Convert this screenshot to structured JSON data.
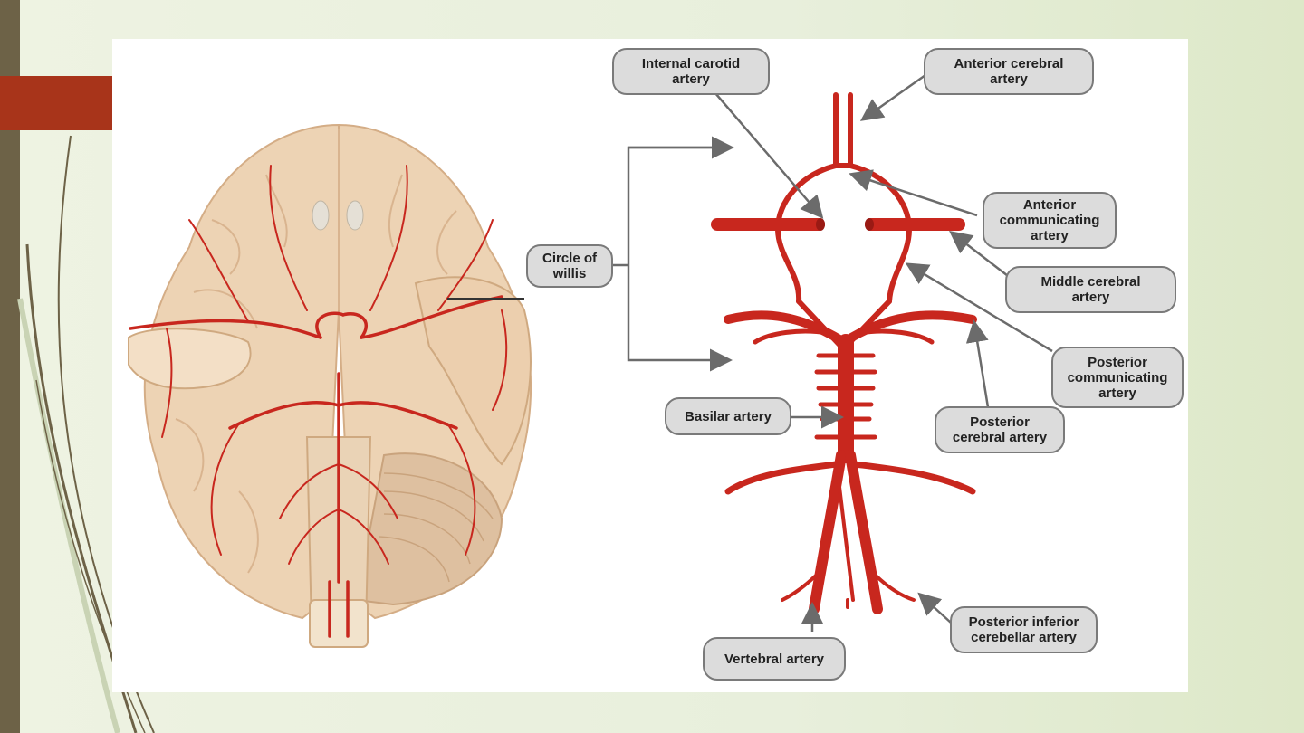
{
  "labels": {
    "internal_carotid": "Internal carotid\nartery",
    "anterior_cerebral": "Anterior cerebral\nartery",
    "anterior_communicating": "Anterior\ncommunicating\nartery",
    "circle_of_willis": "Circle of\nwillis",
    "middle_cerebral": "Middle cerebral\nartery",
    "posterior_communicating": "Posterior\ncommunicating\nartery",
    "basilar": "Basilar artery",
    "posterior_cerebral": "Posterior\ncerebral artery",
    "posterior_inferior_cerebellar": "Posterior inferior\ncerebellar artery",
    "vertebral": "Vertebral artery"
  },
  "colors": {
    "artery": "#c8271e",
    "artery_dark": "#9a1a14",
    "brain": "#edd3b4",
    "brain_shadow": "#d9b48f",
    "callout_fill": "#dcdcdc",
    "callout_border": "#7a7a7a",
    "accent_red": "#a8341a",
    "sidebar": "#6d6247"
  }
}
